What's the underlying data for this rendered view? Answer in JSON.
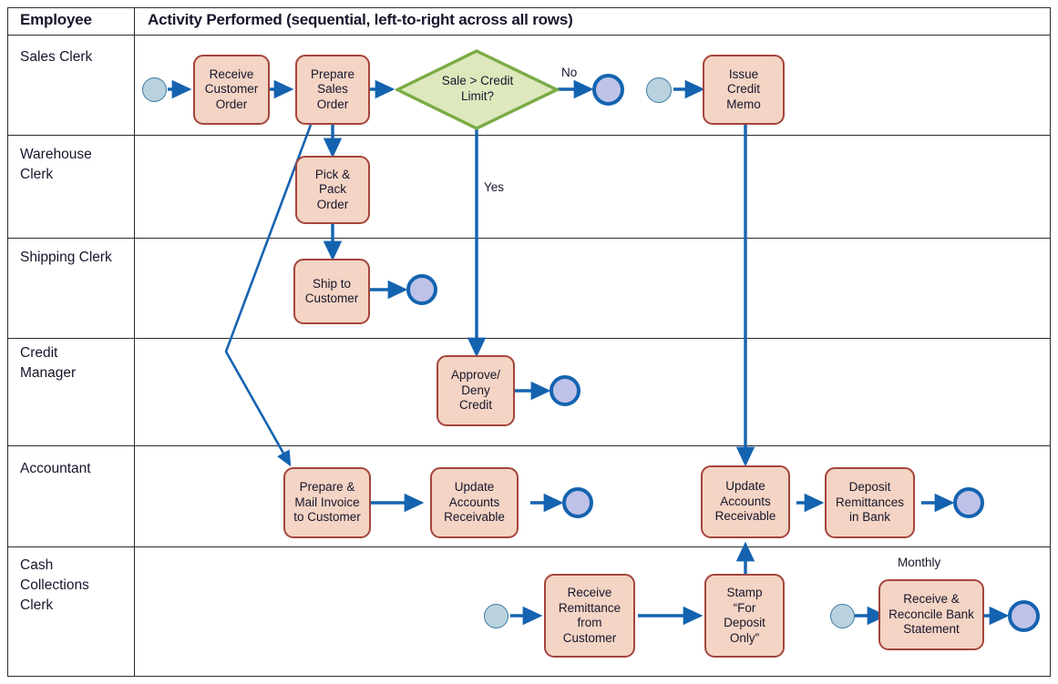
{
  "header": {
    "employee_col": "Employee",
    "activity_col": "Activity Performed (sequential, left-to-right across all rows)"
  },
  "lanes": [
    {
      "id": "sales-clerk",
      "label": "Sales Clerk"
    },
    {
      "id": "warehouse-clerk",
      "label": "Warehouse\nClerk"
    },
    {
      "id": "shipping-clerk",
      "label": "Shipping Clerk"
    },
    {
      "id": "credit-manager",
      "label": "Credit\nManager"
    },
    {
      "id": "accountant",
      "label": "Accountant"
    },
    {
      "id": "cash-collections-clerk",
      "label": "Cash\nCollections\nClerk"
    }
  ],
  "tasks": [
    {
      "id": "receive-customer-order",
      "label": "Receive\nCustomer\nOrder",
      "lane": "sales-clerk"
    },
    {
      "id": "prepare-sales-order",
      "label": "Prepare\nSales\nOrder",
      "lane": "sales-clerk"
    },
    {
      "id": "issue-credit-memo",
      "label": "Issue\nCredit\nMemo",
      "lane": "sales-clerk"
    },
    {
      "id": "pick-pack-order",
      "label": "Pick &\nPack\nOrder",
      "lane": "warehouse-clerk"
    },
    {
      "id": "ship-to-customer",
      "label": "Ship to\nCustomer",
      "lane": "shipping-clerk"
    },
    {
      "id": "approve-deny-credit",
      "label": "Approve/\nDeny\nCredit",
      "lane": "credit-manager"
    },
    {
      "id": "prepare-mail-invoice",
      "label": "Prepare &\nMail Invoice\nto Customer",
      "lane": "accountant"
    },
    {
      "id": "update-accounts-receivable-1",
      "label": "Update\nAccounts\nReceivable",
      "lane": "accountant"
    },
    {
      "id": "update-accounts-receivable-2",
      "label": "Update\nAccounts\nReceivable",
      "lane": "accountant"
    },
    {
      "id": "deposit-remittances-in-bank",
      "label": "Deposit\nRemittances\nin Bank",
      "lane": "accountant"
    },
    {
      "id": "receive-remittance",
      "label": "Receive\nRemittance\nfrom\nCustomer",
      "lane": "cash-collections-clerk"
    },
    {
      "id": "stamp-for-deposit-only",
      "label": "Stamp\n“For\nDeposit\nOnly”",
      "lane": "cash-collections-clerk"
    },
    {
      "id": "receive-reconcile-bank-statement",
      "label": "Receive  &\nReconcile Bank\nStatement",
      "lane": "cash-collections-clerk"
    }
  ],
  "gateways": [
    {
      "id": "sale-gt-credit-limit",
      "label": "Sale  > Credit\nLimit?",
      "lane": "sales-clerk"
    }
  ],
  "events": [
    {
      "id": "start-sales-order",
      "type": "start",
      "lane": "sales-clerk"
    },
    {
      "id": "start-credit-memo",
      "type": "start",
      "lane": "sales-clerk"
    },
    {
      "id": "end-no-credit-issue",
      "type": "end",
      "lane": "sales-clerk"
    },
    {
      "id": "end-shipping",
      "type": "end",
      "lane": "shipping-clerk"
    },
    {
      "id": "end-credit-decision",
      "type": "end",
      "lane": "credit-manager"
    },
    {
      "id": "end-accounts-receivable",
      "type": "end",
      "lane": "accountant"
    },
    {
      "id": "end-deposit",
      "type": "end",
      "lane": "accountant"
    },
    {
      "id": "start-remittance",
      "type": "start",
      "lane": "cash-collections-clerk"
    },
    {
      "id": "start-bank-statement",
      "type": "start",
      "lane": "cash-collections-clerk"
    },
    {
      "id": "end-bank-reconciliation",
      "type": "end",
      "lane": "cash-collections-clerk"
    }
  ],
  "edge_labels": [
    {
      "id": "flow-label-no",
      "text": "No"
    },
    {
      "id": "flow-label-yes",
      "text": "Yes"
    }
  ],
  "annotations": [
    {
      "id": "annotation-monthly",
      "text": "Monthly"
    }
  ],
  "colors": {
    "task_fill": "#f4d4c4",
    "task_border": "#a4453c",
    "gateway_fill": "#dde8bd",
    "gateway_border": "#7aab45",
    "start_event_fill": "#b9d2dd",
    "start_event_border": "#3c7aa6",
    "end_event_fill": "#bfc2e8",
    "end_event_border": "#1463b0",
    "flow_line": "#1463b0",
    "grid_line": "#2b2b2b",
    "text": "#16162c"
  }
}
